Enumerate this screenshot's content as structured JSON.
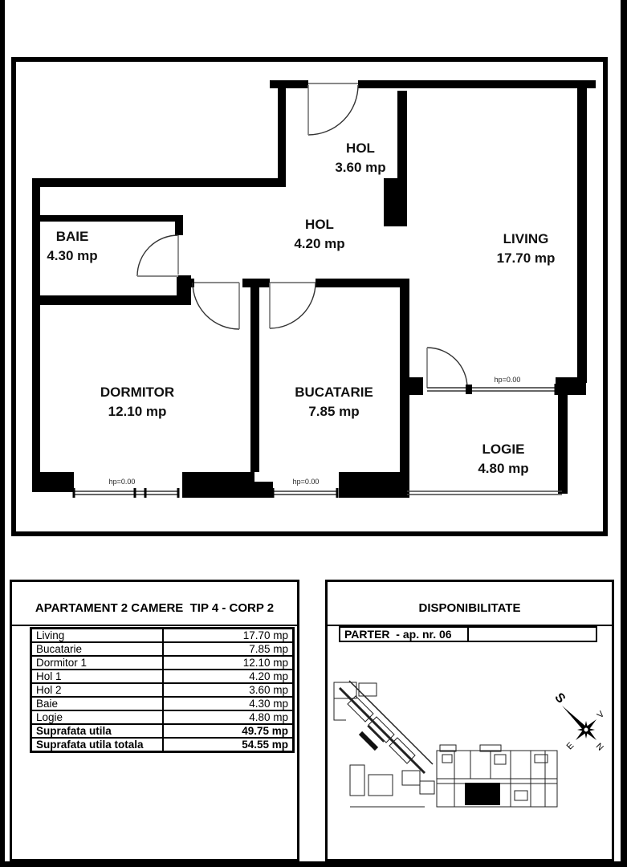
{
  "plan": {
    "rooms": [
      {
        "name": "HOL",
        "area": "3.60 mp"
      },
      {
        "name": "HOL",
        "area": "4.20 mp"
      },
      {
        "name": "BAIE",
        "area": "4.30 mp"
      },
      {
        "name": "LIVING",
        "area": "17.70 mp"
      },
      {
        "name": "DORMITOR",
        "area": "12.10 mp"
      },
      {
        "name": "BUCATARIE",
        "area": "7.85 mp"
      },
      {
        "name": "LOGIE",
        "area": "4.80 mp"
      }
    ],
    "level_labels": [
      "hp=0.00",
      "hp=0.00",
      "hp=0.00"
    ]
  },
  "summary_table": {
    "title": "APARTAMENT 2 CAMERE  TIP 4 - CORP 2",
    "rows": [
      {
        "label": "Living",
        "value": "17.70 mp"
      },
      {
        "label": "Bucatarie",
        "value": "7.85 mp"
      },
      {
        "label": "Dormitor 1",
        "value": "12.10 mp"
      },
      {
        "label": "Hol 1",
        "value": "4.20 mp"
      },
      {
        "label": "Hol 2",
        "value": "3.60 mp"
      },
      {
        "label": "Baie",
        "value": "4.30 mp"
      },
      {
        "label": "Logie",
        "value": "4.80 mp"
      },
      {
        "label": "Suprafata utila",
        "value": "49.75 mp"
      },
      {
        "label": "Suprafata utila totala",
        "value": "54.55 mp"
      }
    ]
  },
  "availability": {
    "title": "DISPONIBILITATE",
    "floor_label": "PARTER  - ap. nr. 06",
    "compass": {
      "south": "S",
      "west": "V",
      "east": "E",
      "north": "N"
    }
  },
  "colors": {
    "wall": "#000000",
    "thin_line": "#555555",
    "highlight_unit": "#000000"
  }
}
